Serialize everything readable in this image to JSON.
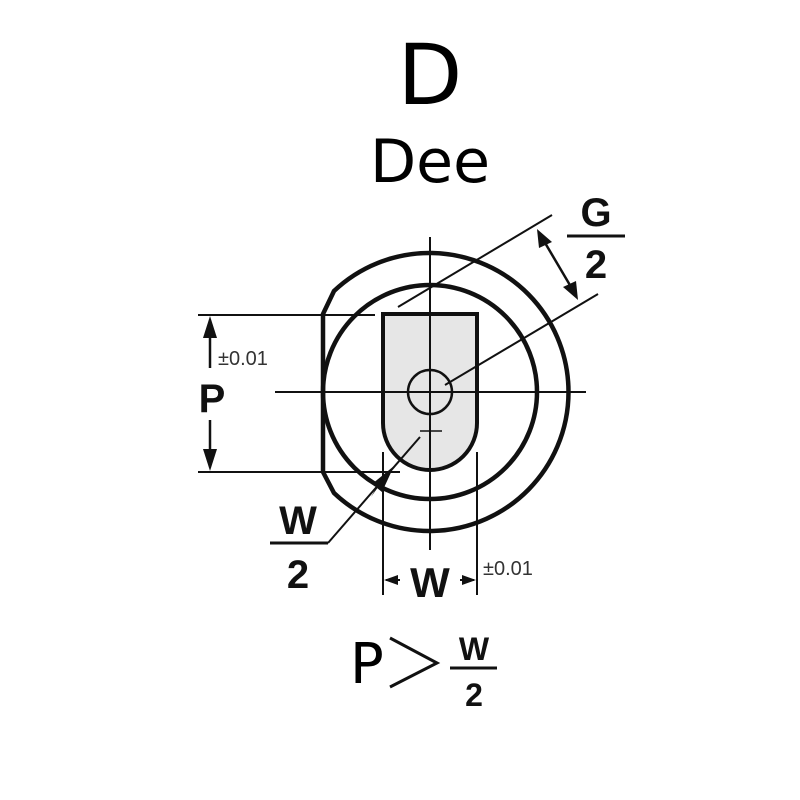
{
  "title": "D",
  "subtitle": "Dee",
  "labels": {
    "g_num": "G",
    "g_den": "2",
    "p": "P",
    "p_tol": "±0.01",
    "w_half_num": "W",
    "w_half_den": "2",
    "w": "W",
    "w_tol": "±0.01"
  },
  "formula": {
    "left": "P",
    "num": "W",
    "den": "2"
  },
  "colors": {
    "slot_fill": "#e6e6e6",
    "line": "#111111"
  }
}
